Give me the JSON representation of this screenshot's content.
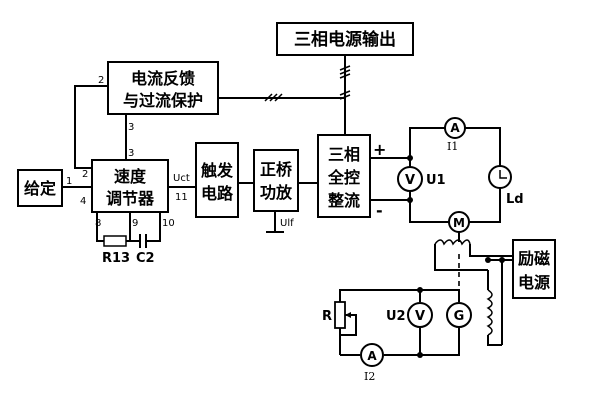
{
  "blocks": {
    "three_phase_output": "三相电源输出",
    "current_feedback_l1": "电流反馈",
    "current_feedback_l2": "与过流保护",
    "setpoint": "给定",
    "speed_reg_l1": "速度",
    "speed_reg_l2": "调节器",
    "trigger_l1": "触发",
    "trigger_l2": "电路",
    "amp_l1": "正桥",
    "amp_l2": "功放",
    "rectifier_l1": "三相",
    "rectifier_l2": "全控",
    "rectifier_l3": "整流",
    "excitation_l1": "励磁",
    "excitation_l2": "电源"
  },
  "meters": {
    "ammeter1": "A",
    "ammeter1_label": "I1",
    "voltmeter1": "V",
    "voltmeter1_label": "U1",
    "motor": "M",
    "generator": "G",
    "voltmeter2": "V",
    "voltmeter2_label": "U2",
    "ammeter2": "A",
    "ammeter2_label": "I2",
    "inductor_label": "Ld"
  },
  "pins": {
    "p1": "1",
    "p2a": "2",
    "p2b": "2",
    "p3a": "3",
    "p3b": "3",
    "p4": "4",
    "p8": "8",
    "p9": "9",
    "p10": "10",
    "p11": "11"
  },
  "signals": {
    "uct": "Uct",
    "ulf": "Ulf",
    "plus": "+",
    "minus": "-"
  },
  "components": {
    "r13": "R13",
    "c2": "C2",
    "r": "R"
  }
}
